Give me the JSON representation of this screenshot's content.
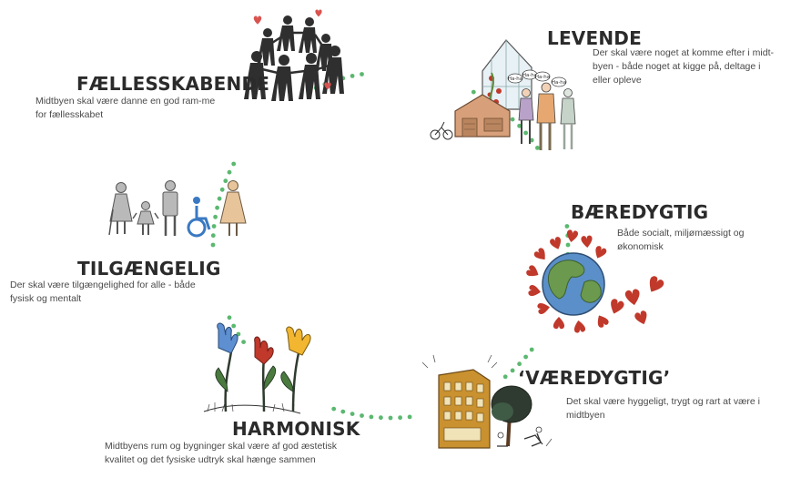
{
  "values": [
    {
      "title": "LEVENDE",
      "text": "Der skal være noget at komme efter i midt-byen - både noget at kigge på, deltage i eller opleve",
      "illustration": "city-life-icon"
    },
    {
      "title": "BÆREDYGTIG",
      "text": "Både socialt, miljømæssigt og økonomisk",
      "illustration": "earth-hearts-icon"
    },
    {
      "title": "‘VÆREDYGTIG’",
      "text": "Det skal være hyggeligt, trygt og rart at være i midtbyen",
      "illustration": "building-tree-icon"
    },
    {
      "title": "HARMONISK",
      "text": "Midtbyens rum og bygninger skal være af god æstetisk kvalitet og det fysiske udtryk skal hænge sammen",
      "illustration": "flowers-icon"
    },
    {
      "title": "TILGÆNGELIG",
      "text": "Der skal være tilgængelighed for alle - både fysisk og mentalt",
      "illustration": "people-accessibility-icon"
    },
    {
      "title": "FÆLLESSKABENDE",
      "text": "Midtbyen skal være danne en god ram-me for fællesskabet",
      "illustration": "community-circle-icon"
    }
  ],
  "speech_bubbles": [
    "Ha-ha",
    "Ha-ha",
    "Ha-ha",
    "Ha-ha"
  ],
  "colors": {
    "dots": "#5bb870",
    "title": "#2b2b2b",
    "text": "#4a4a4a",
    "heart": "#c0392b",
    "building": "#c9912f",
    "earth_land": "#6b9a4e",
    "earth_sea": "#5a8fc9",
    "wheelchair": "#3a79c2"
  }
}
